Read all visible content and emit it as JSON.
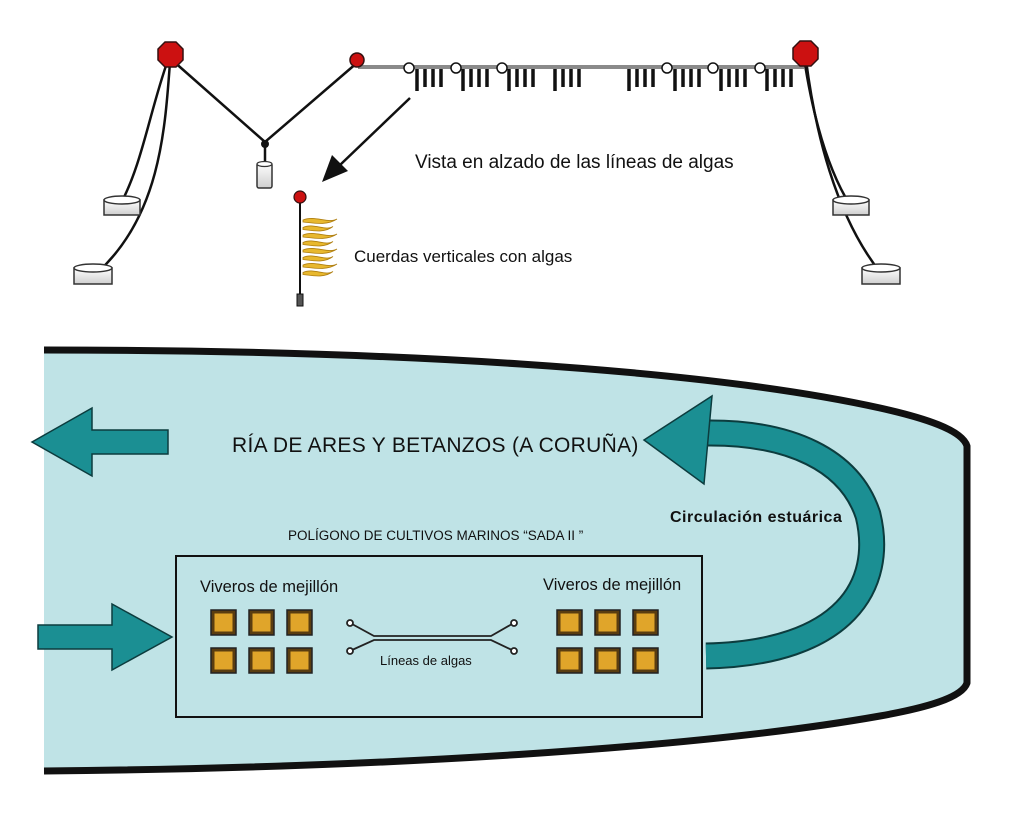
{
  "labels": {
    "elevation_view": "Vista en alzado de las líneas de algas",
    "vertical_ropes": "Cuerdas verticales con algas",
    "ria_name": "RÍA DE ARES Y BETANZOS (A CORUÑA)",
    "polygon_title": "POLÍGONO DE CULTIVOS MARINOS “SADA II ”",
    "mussel_farms_left": "Viveros de mejillón",
    "mussel_farms_right": "Viveros de mejillón",
    "seaweed_lines": "Líneas de algas",
    "estuarine_circulation": "Circulación  estuárica"
  },
  "colors": {
    "water": "#bfe3e6",
    "arrow_teal": "#1b8f93",
    "buoy_red": "#cc1111",
    "raft_orange": "#e0a52a",
    "seaweed_yellow": "#e8b82e"
  }
}
